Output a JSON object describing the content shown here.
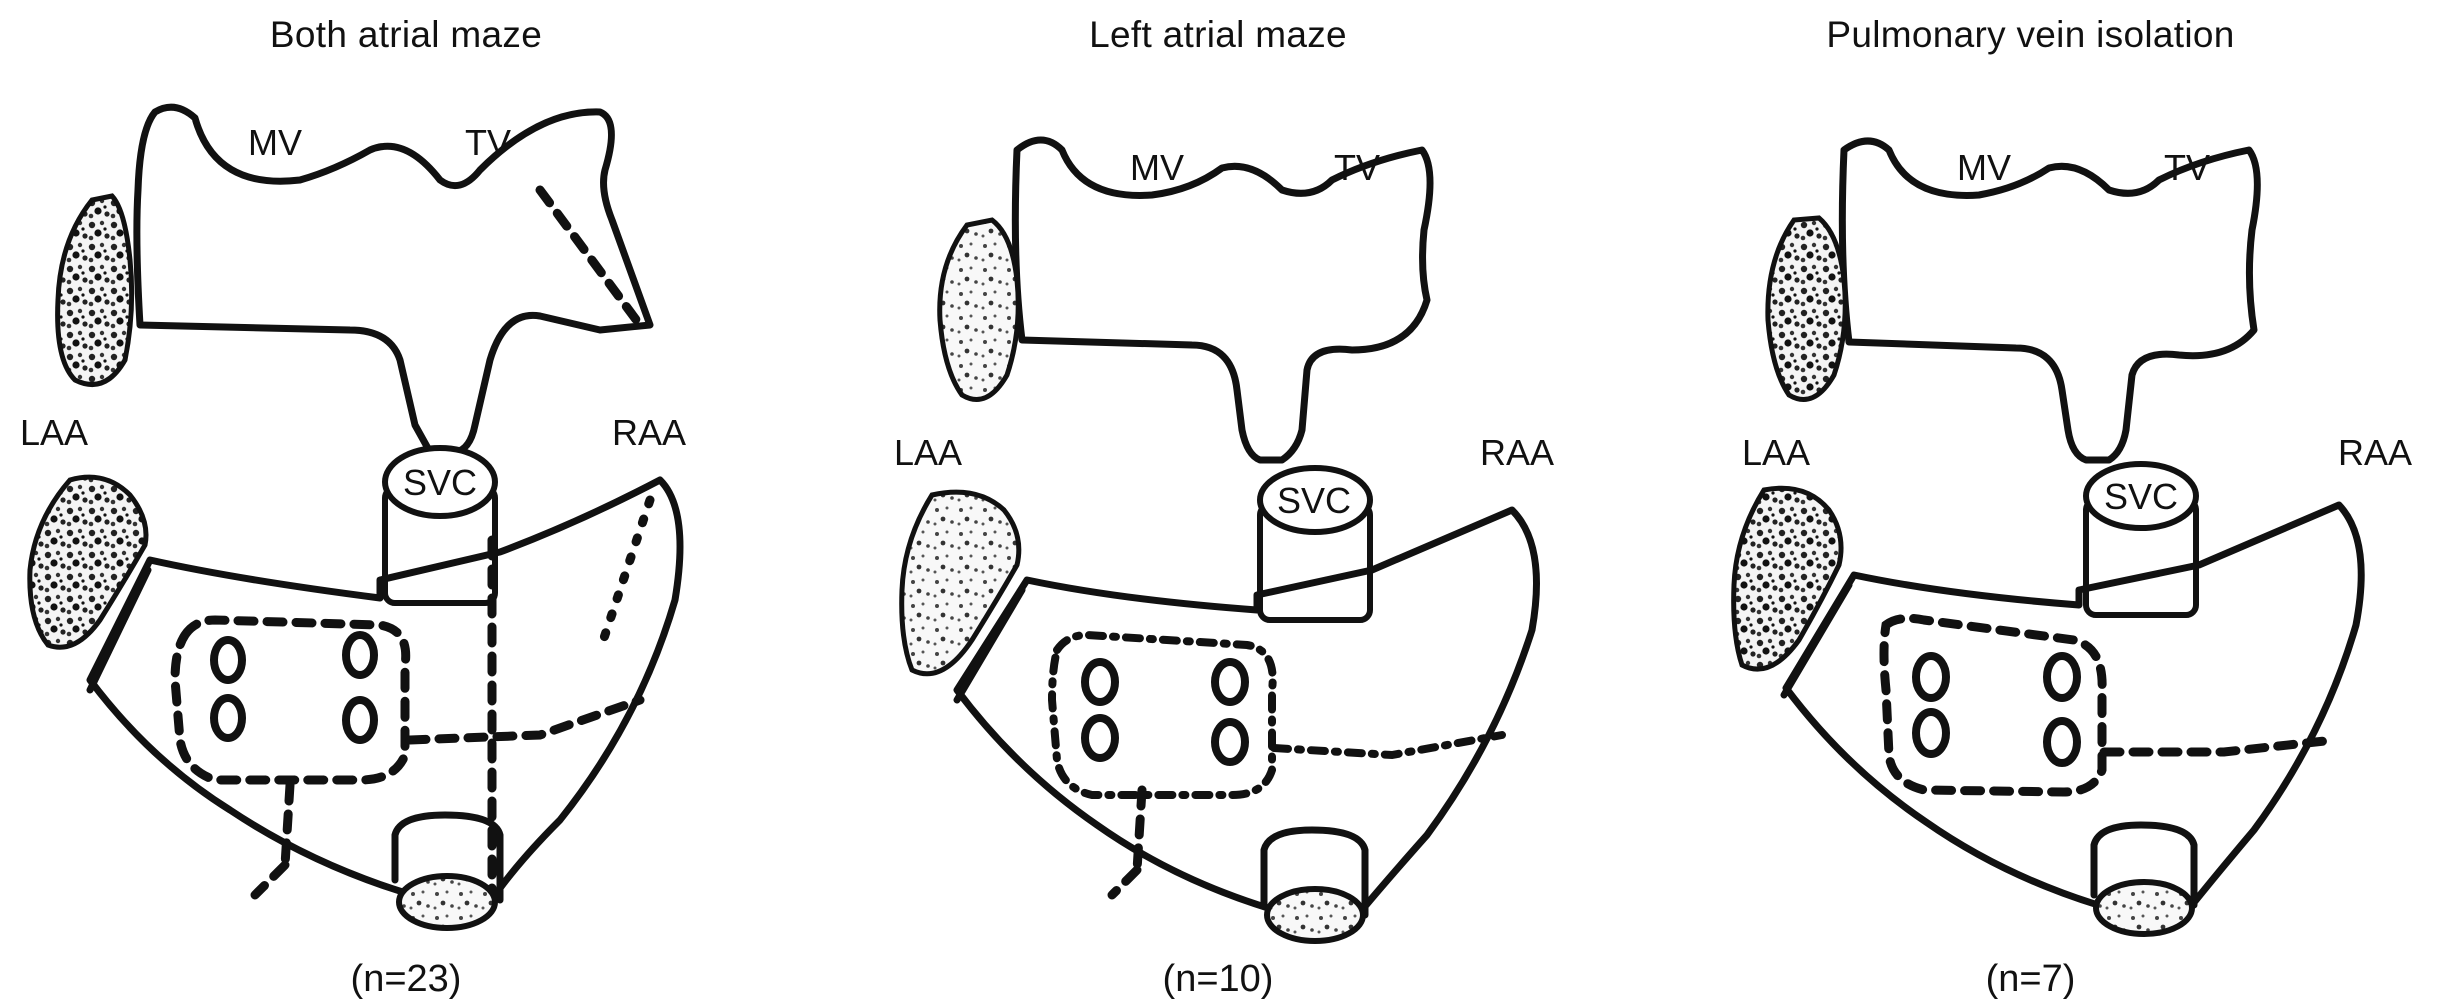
{
  "panels": [
    {
      "title": "Both atrial maze",
      "count": "(n=23)"
    },
    {
      "title": "Left atrial maze",
      "count": "(n=10)"
    },
    {
      "title": "Pulmonary vein isolation",
      "count": "(n=7)"
    }
  ],
  "labels": {
    "mv": "MV",
    "tv": "TV",
    "laa": "LAA",
    "raa": "RAA",
    "svc": "SVC"
  }
}
